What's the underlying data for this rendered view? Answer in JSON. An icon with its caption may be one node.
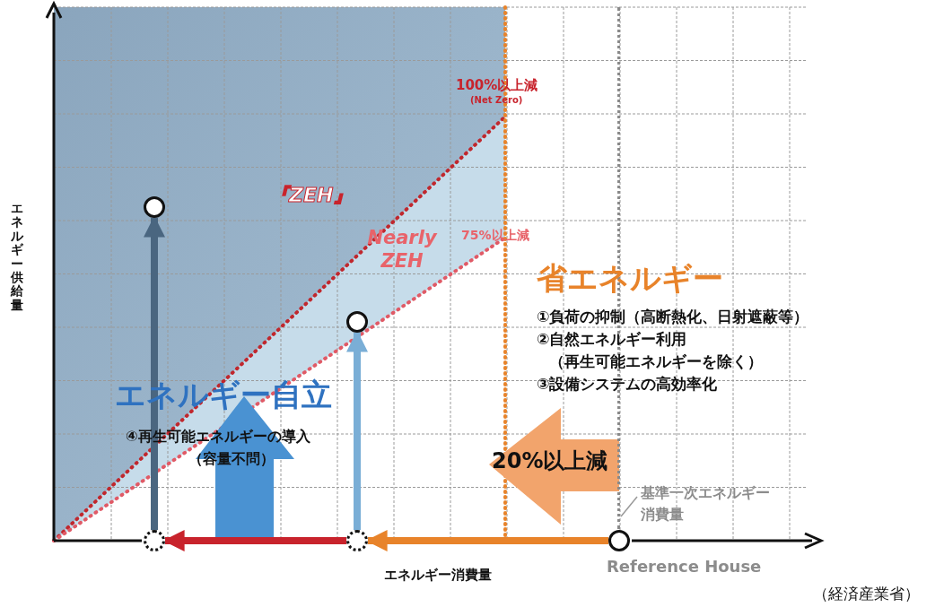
{
  "diagram": {
    "nodes": [
      {
        "text": [],
        "shape": "circle",
        "beside": [
          "Reference House"
        ]
      },
      {
        "text": [],
        "shape": "circle"
      },
      {
        "text": [],
        "shape": "circle"
      },
      {
        "text": [],
        "shape": "circle"
      },
      {
        "text": [],
        "shape": "circle"
      },
      {
        "text": [
          "基準一次エネルギー消費量"
        ]
      },
      {
        "text": [],
        "shape": "line"
      }
    ],
    "edges": [
      {
        "from": 0,
        "to": 1,
        "arrow": "to",
        "color": "#e8832a"
      },
      {
        "from": 1,
        "to": 2,
        "arrow": "to",
        "color": "#c8232c"
      },
      {
        "from": 1,
        "to": 3,
        "arrow": "to",
        "color": "#7aaed6"
      },
      {
        "from": 2,
        "to": 4,
        "arrow": "to",
        "color": "#4a6680"
      },
      {
        "from": 5,
        "to": 6,
        "arrow": "none",
        "color": "#999999"
      }
    ],
    "labels": [
      "100%以上減",
      "(Net Zero)",
      "『ZEH』",
      "75%以上減",
      "Nearly ZEH",
      "省エネルギー",
      "①負荷の抑制（高断熱化、日射遮蔽等）",
      "②自然エネルギー利用",
      "（再生可能エネルギーを除く）",
      "③設備システムの高効率化",
      "エネルギー自立",
      "④再生可能エネルギーの導入",
      "（容量不問）",
      "20%以上減",
      "エネルギー供給量",
      "エネルギー消費量",
      "（経済産業省）"
    ]
  }
}
